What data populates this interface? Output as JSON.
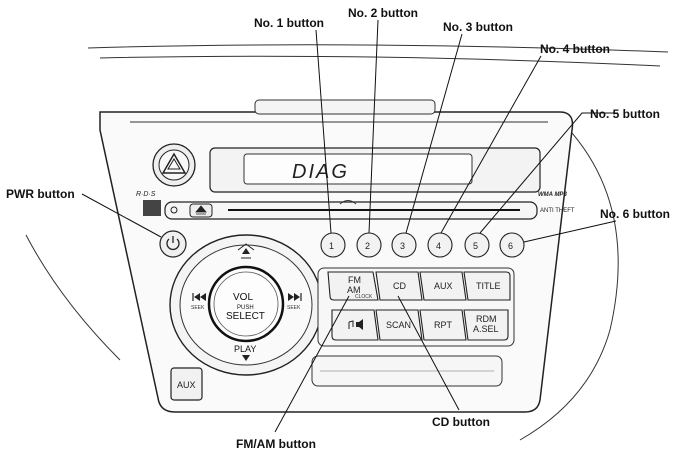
{
  "callouts": {
    "no1": "No. 1 button",
    "no2": "No. 2 button",
    "no3": "No. 3 button",
    "no4": "No. 4 button",
    "no5": "No. 5 button",
    "no6": "No. 6 button",
    "pwr": "PWR button",
    "fmam": "FM/AM button",
    "cd": "CD button"
  },
  "display": {
    "text": "DIAG"
  },
  "logos": {
    "rds": "R·D·S",
    "wma": "WMA MP3",
    "anti_theft": "ANTI THEFT"
  },
  "preset_buttons": [
    "1",
    "2",
    "3",
    "4",
    "5",
    "6"
  ],
  "knob": {
    "vol": "VOL",
    "push": "PUSH",
    "select": "SELECT",
    "play": "PLAY",
    "seek_left": "SEEK",
    "seek_right": "SEEK"
  },
  "buttons": {
    "fm": "FM",
    "am": "AM",
    "clock": "CLOCK",
    "cd": "CD",
    "aux": "AUX",
    "title": "TITLE",
    "scan": "SCAN",
    "rpt": "RPT",
    "rdm": "RDM",
    "asel": "A.SEL",
    "aux_jack": "AUX"
  }
}
